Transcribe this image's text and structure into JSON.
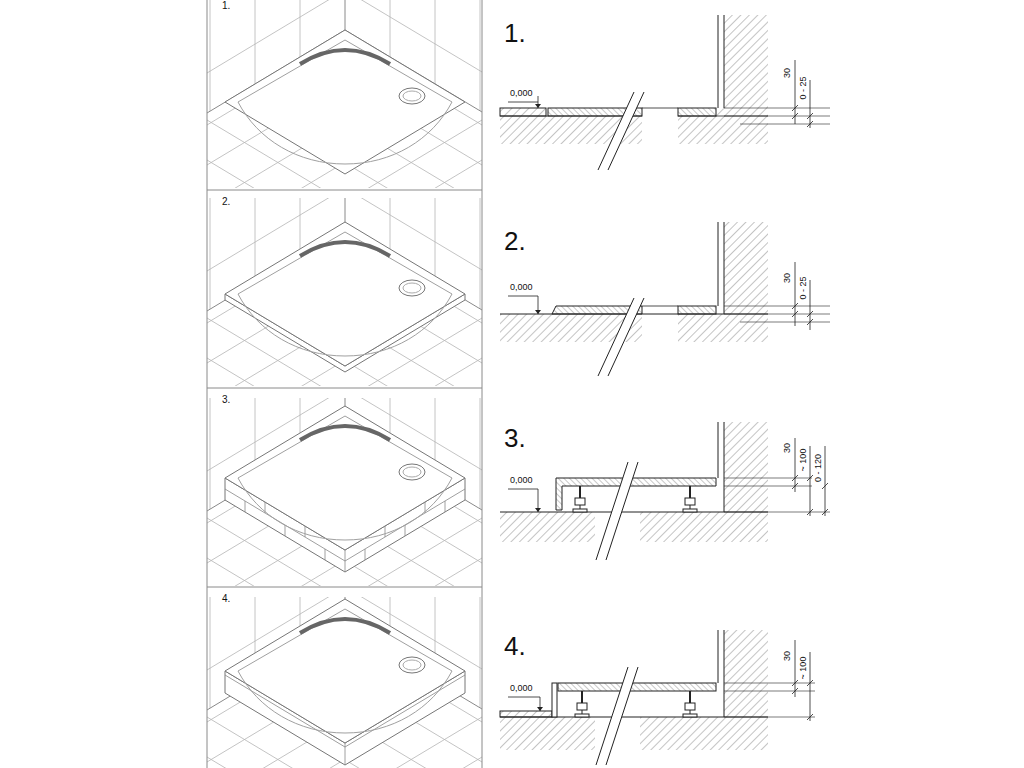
{
  "diagram": {
    "labels": [
      "1.",
      "2.",
      "3.",
      "4.",
      "1.",
      "0,000",
      "30",
      "0 - 25",
      "2.",
      "0,000",
      "30",
      "0 - 25",
      "3.",
      "0,000",
      "30",
      "~ 100",
      "0 - 120",
      "4.",
      "0,000",
      "30",
      "~ 100"
    ]
  }
}
